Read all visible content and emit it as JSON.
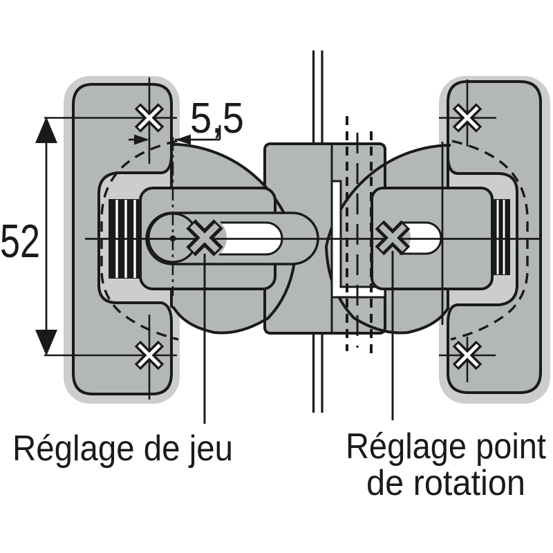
{
  "diagram": {
    "type": "cabinet-hinge-adjustment-technical-drawing",
    "dimensions": {
      "plate_screw_spacing_mm": "52",
      "cup_edge_distance_mm": "5,5"
    },
    "labels": {
      "clearance": "Réglage de jeu",
      "rotation_line1": "Réglage point",
      "rotation_line2": "de rotation"
    },
    "icons": {
      "mounting_screws": "phillips-screw-cross-icon",
      "adjustment_screws": "adjustment-cross-icon"
    },
    "colors": {
      "body": "#b4b8b5",
      "halo": "#cbcecb",
      "ink": "#1a1a1a",
      "paper": "#ffffff"
    }
  }
}
